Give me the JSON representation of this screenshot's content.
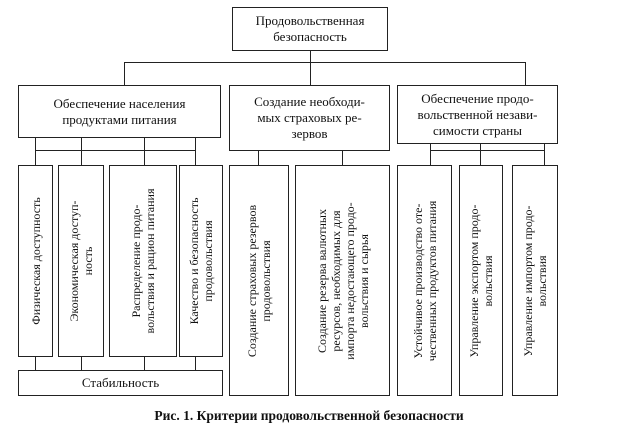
{
  "root": {
    "label": "Продовольственная\nбезопасность"
  },
  "categories": [
    {
      "label": "Обеспечение населения\nпродуктами питания",
      "criteria": [
        "Физическая доступность",
        "Экономическая доступ-\nность",
        "Распределение продо-\nвольствия и рацион питания",
        "Качество и безопасность\nпродовольствия"
      ]
    },
    {
      "label": "Создание необходи-\nмых страховых ре-\nзервов",
      "criteria": [
        "Создание страховых резервов\nпродовольствия",
        "Создание резерва валютных\nресурсов, необходимых для\nимпорта недостающего продо-\nвольствия и сырья"
      ]
    },
    {
      "label": "Обеспечение продо-\nвольственной незави-\nсимости страны",
      "criteria": [
        "Устойчивое производство оте-\nчественных продуктов питания",
        "Управление экспортом продо-\nвольствия",
        "Управление импортом продо-\nвольствия"
      ]
    }
  ],
  "stability": {
    "label": "Стабильность"
  },
  "caption": "Рис. 1. Критерии продовольственной безопасности"
}
